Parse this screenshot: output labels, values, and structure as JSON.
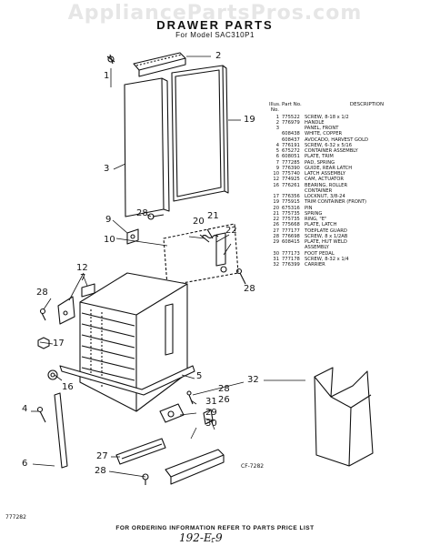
{
  "watermark": "AppliancePartsPros.com",
  "title": "DRAWER PARTS",
  "subtitle": "For Model SAC310P1",
  "callouts": {
    "c1": "1",
    "c2": "2",
    "c3": "3",
    "c4": "4",
    "c5": "5",
    "c6": "6",
    "c7": "7",
    "c9": "9",
    "c10": "10",
    "c12": "12",
    "c16": "16",
    "c17": "17",
    "c19": "19",
    "c20": "20",
    "c21": "21",
    "c22": "22",
    "c26": "26",
    "c27": "27",
    "c28a": "28",
    "c28b": "28",
    "c28c": "28",
    "c28d": "28",
    "c28e": "28",
    "c29": "29",
    "c30": "30",
    "c31": "31",
    "c32": "32"
  },
  "table": {
    "header": {
      "no": "Illus. No.",
      "part": "Part No.",
      "desc": "DESCRIPTION"
    },
    "rows": [
      {
        "no": "1",
        "part": "775522",
        "desc": "SCREW, 8-18 x 1/2"
      },
      {
        "no": "2",
        "part": "776979",
        "desc": "HANDLE"
      },
      {
        "no": "3",
        "part": "",
        "desc": "PANEL, FRONT"
      },
      {
        "no": "",
        "part": "608438",
        "desc": "WHITE, COPPER"
      },
      {
        "no": "",
        "part": "608437",
        "desc": "AVOCADO, HARVEST GOLD"
      },
      {
        "no": "4",
        "part": "776191",
        "desc": "SCREW, 6-32 x 5/16"
      },
      {
        "no": "5",
        "part": "675272",
        "desc": "CONTAINER ASSEMBLY"
      },
      {
        "no": "6",
        "part": "608051",
        "desc": "PLATE, TRIM"
      },
      {
        "no": "7",
        "part": "777285",
        "desc": "PAD, SPRING"
      },
      {
        "no": "9",
        "part": "776390",
        "desc": "GUIDE, REAR LATCH"
      },
      {
        "no": "10",
        "part": "775740",
        "desc": "LATCH ASSEMBLY"
      },
      {
        "no": "12",
        "part": "774925",
        "desc": "CAM, ACTUATOR"
      },
      {
        "no": "16",
        "part": "776261",
        "desc": "BEARING, ROLLER"
      },
      {
        "no": "",
        "part": "",
        "desc": "CONTAINER"
      },
      {
        "no": "17",
        "part": "776356",
        "desc": "LOCKNUT, 3/8-24"
      },
      {
        "no": "19",
        "part": "775915",
        "desc": "TRIM CONTAINER (FRONT)"
      },
      {
        "no": "20",
        "part": "675316",
        "desc": "PIN"
      },
      {
        "no": "21",
        "part": "775735",
        "desc": "SPRING"
      },
      {
        "no": "22",
        "part": "775735",
        "desc": "RING, \"E\""
      },
      {
        "no": "26",
        "part": "775668",
        "desc": "PLATE, LATCH"
      },
      {
        "no": "27",
        "part": "777177",
        "desc": "TOEPLATE GUARD"
      },
      {
        "no": "28",
        "part": "776698",
        "desc": "SCREW, 8 x 1/2AB"
      },
      {
        "no": "29",
        "part": "608415",
        "desc": "PLATE, HUT WELD"
      },
      {
        "no": "",
        "part": "",
        "desc": "ASSEMBLY"
      },
      {
        "no": "30",
        "part": "777173",
        "desc": "FOOT PEDAL"
      },
      {
        "no": "31",
        "part": "777178",
        "desc": "SCREW, 8-32 x 1/4"
      },
      {
        "no": "32",
        "part": "776399",
        "desc": "CARRIER"
      }
    ]
  },
  "figure_code": "CF-7282",
  "side_code": "777282",
  "footer": "FOR ORDERING INFORMATION REFER TO PARTS PRICE LIST",
  "page_number": "1",
  "handwritten_note": "192-E-9",
  "colors": {
    "ink": "#111111",
    "watermark": "#e6e6e6",
    "paper": "#ffffff"
  }
}
